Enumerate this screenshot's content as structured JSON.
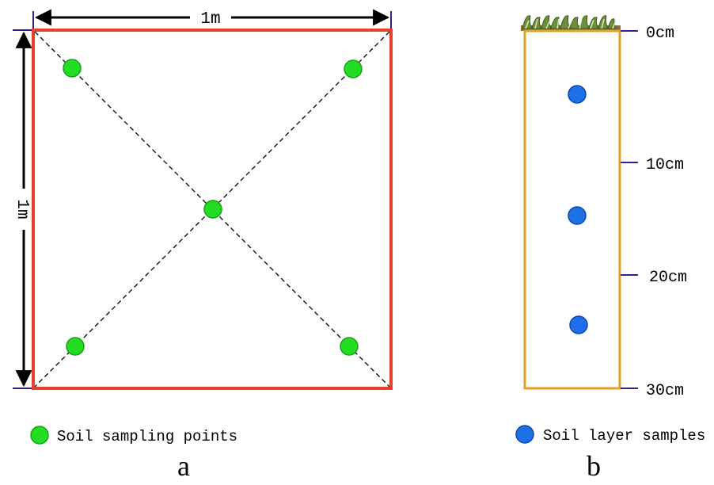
{
  "panel_a": {
    "width_label": "1m",
    "height_label": "1m",
    "legend_label": "Soil sampling points",
    "caption": "a",
    "colors": {
      "frame": "#e8412b",
      "point": "#22dd22",
      "point_edge": "#1a9f1a",
      "dimension": "#000000",
      "tick": "#3b1e8c"
    }
  },
  "panel_b": {
    "depth_labels": [
      "0cm",
      "10cm",
      "20cm",
      "30cm"
    ],
    "legend_label": "Soil layer samples",
    "caption": "b",
    "colors": {
      "frame": "#e0a020",
      "sample": "#1f6fe8",
      "sample_edge": "#0d47b0",
      "tick": "#3b1e8c",
      "grass": "#6c8f3a"
    }
  }
}
